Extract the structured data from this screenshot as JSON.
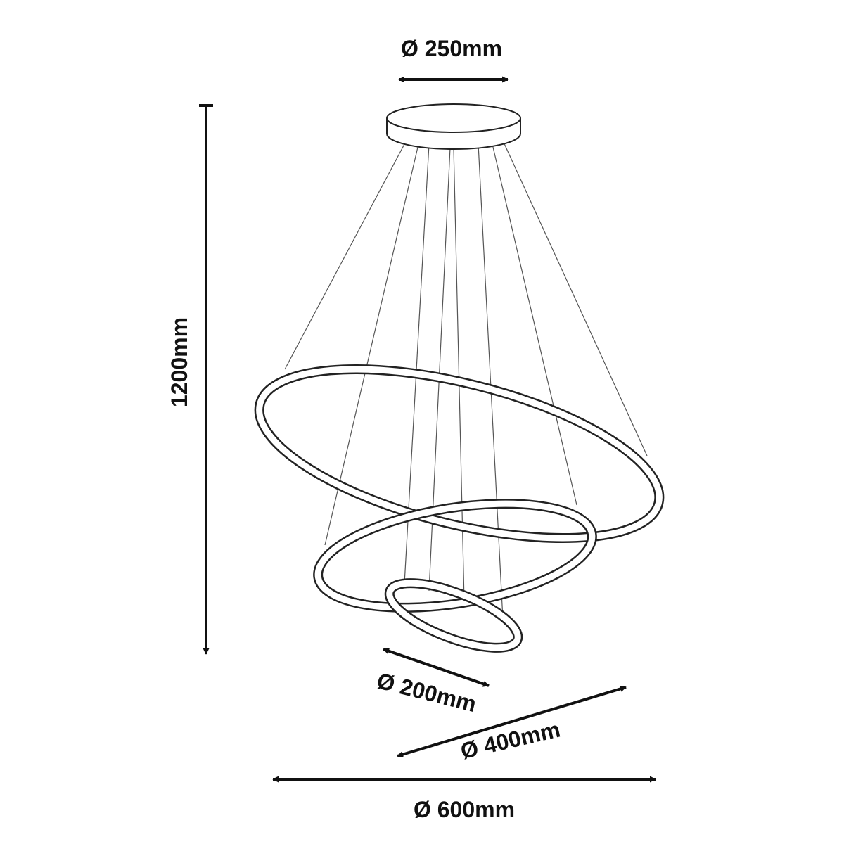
{
  "dimensions": {
    "canopy_diameter": "Ø 250mm",
    "height": "1200mm",
    "small_ring_diameter": "Ø 200mm",
    "middle_ring_diameter": "Ø 400mm",
    "large_ring_diameter": "Ø 600mm"
  }
}
